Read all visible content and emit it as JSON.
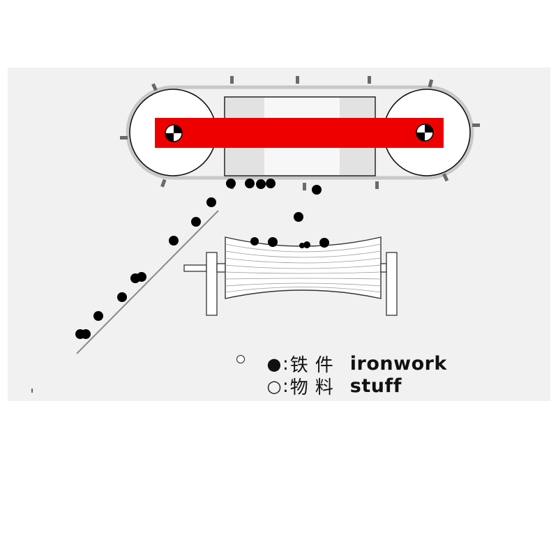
{
  "legend": [
    {
      "symbol": "●",
      "colon": ":",
      "label_cn": "铁件",
      "label_en": "ironwork"
    },
    {
      "symbol": "○",
      "colon": ":",
      "label_cn": "物料",
      "label_en": "stuff"
    }
  ],
  "colors": {
    "magnet": "#ee0000",
    "iron": "#000000",
    "panel": "#f1f1f1",
    "belt": "#777777"
  },
  "icons": {
    "pulley_center": "bearing-cross-icon",
    "ironwork": "filled-circle-icon",
    "stuff": "hollow-circle-icon"
  }
}
